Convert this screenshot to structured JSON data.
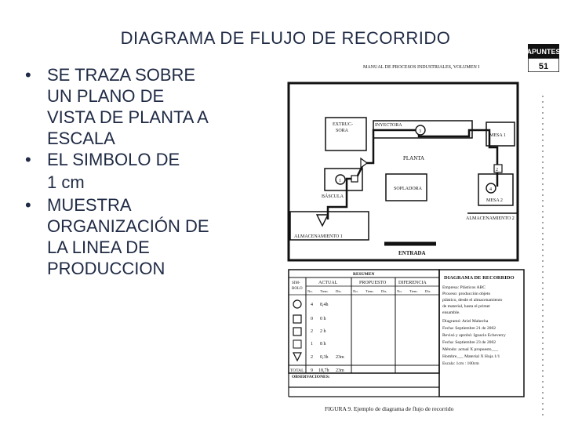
{
  "slide": {
    "title": "DIAGRAMA DE FLUJO DE RECORRIDO",
    "bullets": [
      [
        "SE TRAZA SOBRE",
        "UN PLANO DE",
        "VISTA DE PLANTA A",
        "ESCALA"
      ],
      [
        "EL SIMBOLO DE"
      ],
      [
        "MUESTRA",
        "ORGANIZACIÓN DE",
        "LA LINEA DE",
        "PRODUCCION"
      ]
    ],
    "bullet_glyph": "•",
    "sub_line": "1 cm"
  },
  "scan": {
    "manual_header": "MANUAL DE PROCESOS INDUSTRIALES, VOLUMEN I",
    "badge": {
      "top": "APUNTES",
      "number": "51"
    },
    "plan": {
      "extrusora": [
        "EXTRUC-",
        "SORA"
      ],
      "inyectora": "INYECTORA",
      "mesa1": "MESA 1",
      "mesa2": "MESA 2",
      "planta": "PLANTA",
      "bascula": "BÁSCULA",
      "sopladora": "SOPLADORA",
      "almacen2": "ALMACENAMIENTO 2",
      "almacen1": "ALMACENAMIENTO 1",
      "entrada": "ENTRADA",
      "step_numbers": [
        "1",
        "2",
        "3",
        "4"
      ]
    },
    "summary": {
      "resumen": "RESUMEN",
      "simbolo": [
        "SIM-",
        "BOLO"
      ],
      "groups": [
        "ACTUAL",
        "PROPUESTO",
        "DIFERENCIA"
      ],
      "subheads": [
        "No.",
        "Tiem.",
        "Dis.",
        "No.",
        "Tiem.",
        "Dis.",
        "No.",
        "Tiem.",
        "Dis."
      ],
      "rows": [
        [
          "4",
          "8,4h",
          ""
        ],
        [
          "0",
          "0 h",
          ""
        ],
        [
          "2",
          "2 h",
          ""
        ],
        [
          "1",
          "8 h",
          ""
        ],
        [
          "2",
          "0,3h",
          "23m"
        ]
      ],
      "total": [
        "TOTAL",
        "9",
        "18,7h",
        "23m"
      ],
      "observaciones": "OBSERVACIONES:"
    },
    "info": {
      "heading": "DIAGRAMA DE RECORRIDO",
      "lines": [
        "Empresa: Plásticos  ABC",
        "Proceso: producción objeto",
        "plástico, desde el almacenamiento",
        "de material,  hasta el primer",
        "ensamble.",
        "Diagramó: Ariel Mahecha",
        "Fecha: Septiembre 21 de 2002",
        "Revisó y aprobó: Ignacio Echeverry",
        "Fecha: Septiembre 23 de 2002",
        "Método: actual X  propuesto___",
        "Hombre___  Material  X  Hoja  1/1",
        "Escala: 1cm : 100cm"
      ]
    },
    "caption": "FIGURA 9. Ejemplo de diagrama de flujo de recorrido"
  }
}
